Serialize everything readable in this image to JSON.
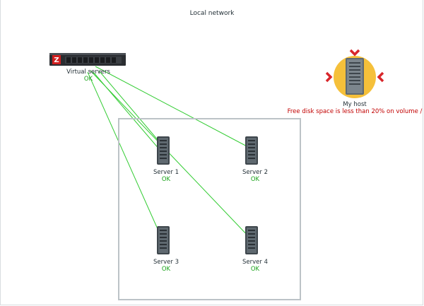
{
  "map": {
    "title": "Local network"
  },
  "hosts": [
    {
      "id": "virtual",
      "name": "Virtual servers",
      "status": "OK",
      "icon": "rack-server-icon"
    },
    {
      "id": "myhost",
      "name": "My host",
      "status": "Free disk space is less than 20% on volume /",
      "icon": "server-problem-icon"
    },
    {
      "id": "s1",
      "name": "Server 1",
      "status": "OK",
      "icon": "server-icon"
    },
    {
      "id": "s2",
      "name": "Server 2",
      "status": "OK",
      "icon": "server-icon"
    },
    {
      "id": "s3",
      "name": "Server 3",
      "status": "OK",
      "icon": "server-icon"
    },
    {
      "id": "s4",
      "name": "Server 4",
      "status": "OK",
      "icon": "server-icon"
    }
  ],
  "colors": {
    "ok": "#1aa31a",
    "problem": "#c20000",
    "link": "#33cc33",
    "group_border": "#bcc3c7",
    "problem_highlight": "#f5c03a"
  }
}
